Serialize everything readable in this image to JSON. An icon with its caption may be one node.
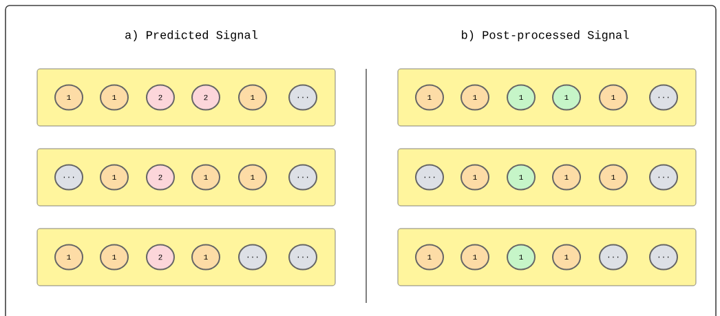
{
  "diagram": {
    "nodes": [
      {
        "text": [],
        "shape": "box"
      },
      {
        "text": [
          "1"
        ],
        "in": 0
      },
      {
        "text": [
          "1"
        ],
        "in": 0
      },
      {
        "text": [
          "2"
        ],
        "in": 0
      },
      {
        "text": [
          "2"
        ],
        "in": 0
      },
      {
        "text": [
          "1"
        ],
        "in": 0
      },
      {
        "text": [
          "..."
        ],
        "in": 0
      },
      {
        "text": [],
        "shape": "box"
      },
      {
        "text": [
          "..."
        ],
        "in": 7
      },
      {
        "text": [
          "1"
        ],
        "in": 7
      },
      {
        "text": [
          "2"
        ],
        "in": 7
      },
      {
        "text": [
          "1"
        ],
        "in": 7
      },
      {
        "text": [
          "1"
        ],
        "in": 7
      },
      {
        "text": [
          "..."
        ],
        "in": 7
      },
      {
        "text": [],
        "shape": "box"
      },
      {
        "text": [
          "1"
        ],
        "in": 14
      },
      {
        "text": [
          "1"
        ],
        "in": 14
      },
      {
        "text": [
          "2"
        ],
        "in": 14
      },
      {
        "text": [
          "1"
        ],
        "in": 14
      },
      {
        "text": [
          "..."
        ],
        "in": 14
      },
      {
        "text": [
          "..."
        ],
        "in": 14
      },
      {
        "text": [],
        "shape": "box"
      },
      {
        "text": [
          "1"
        ],
        "in": 21
      },
      {
        "text": [
          "1"
        ],
        "in": 21
      },
      {
        "text": [
          "1"
        ],
        "in": 21
      },
      {
        "text": [
          "1"
        ],
        "in": 21
      },
      {
        "text": [
          "1"
        ],
        "in": 21
      },
      {
        "text": [
          "..."
        ],
        "in": 21
      },
      {
        "text": [],
        "shape": "box"
      },
      {
        "text": [
          "..."
        ],
        "in": 28
      },
      {
        "text": [
          "1"
        ],
        "in": 28
      },
      {
        "text": [
          "1"
        ],
        "in": 28
      },
      {
        "text": [
          "1"
        ],
        "in": 28
      },
      {
        "text": [
          "1"
        ],
        "in": 28
      },
      {
        "text": [
          "..."
        ],
        "in": 28
      },
      {
        "text": [],
        "shape": "box"
      },
      {
        "text": [
          "1"
        ],
        "in": 35
      },
      {
        "text": [
          "1"
        ],
        "in": 35
      },
      {
        "text": [
          "1"
        ],
        "in": 35
      },
      {
        "text": [
          "1"
        ],
        "in": 35
      },
      {
        "text": [
          "..."
        ],
        "in": 35
      },
      {
        "text": [
          "..."
        ],
        "in": 35
      }
    ],
    "labels": [
      "a) Predicted Signal",
      "b) Post-processed Signal"
    ]
  }
}
